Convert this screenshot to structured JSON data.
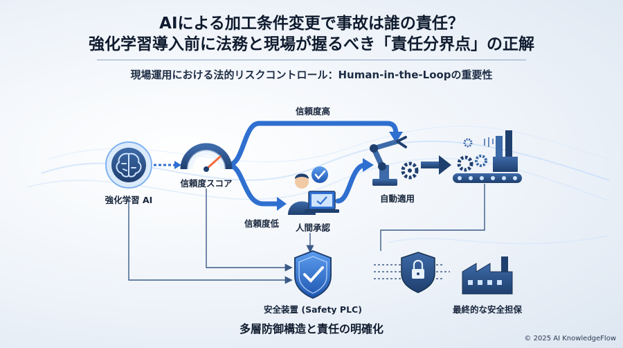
{
  "header": {
    "title_line1": "AIによる加工条件変更で事故は誰の責任？",
    "title_line2": "強化学習導入前に法務と現場が握るべき「責任分界点」の正解",
    "subtitle": "現場運用における法的リスクコントロール：Human-in-the-Loopの重要性"
  },
  "nodes": {
    "ai": "強化学習 AI",
    "score": "信頼度スコア",
    "high": "信頼度高",
    "low": "信頼度低",
    "human": "人間承認",
    "auto": "自動適用",
    "plc": "安全装置 (Safety PLC)",
    "final": "最終的な安全担保"
  },
  "footer": {
    "caption": "多層防御構造と責任の明確化",
    "copyright": "© 2025 AI KnowledgeFlow"
  },
  "colors": {
    "primary": "#2f6fd0",
    "navy": "#1f3f6e",
    "line": "#3b5a86"
  }
}
